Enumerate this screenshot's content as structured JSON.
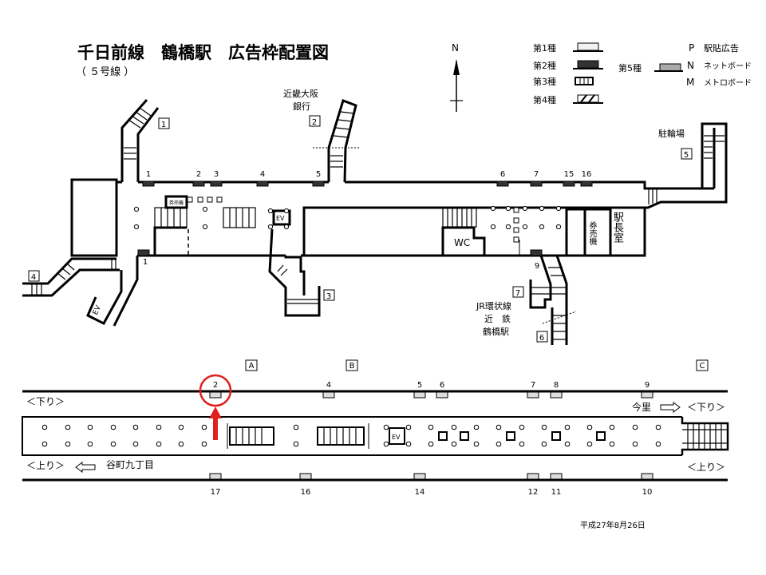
{
  "header": {
    "title": "千日前線　鶴橋駅　広告枠配置図",
    "subtitle": "（ ５号線 ）"
  },
  "compass": {
    "label": "N"
  },
  "legend": {
    "types": [
      {
        "label": "第1種",
        "fill": "#f2f2f2",
        "style": "plain"
      },
      {
        "label": "第2種",
        "fill": "#333333",
        "style": "plain"
      },
      {
        "label": "第3種",
        "fill": "#ffffff",
        "style": "striped"
      },
      {
        "label": "第4種",
        "fill": "#ffffff",
        "style": "hatched"
      }
    ],
    "type5": {
      "label": "第5種",
      "fill": "#aaaaaa"
    },
    "codes": [
      {
        "code": "P",
        "label": "駅貼広告"
      },
      {
        "code": "N",
        "label": "ネットボード"
      },
      {
        "code": "M",
        "label": "メトロボード"
      }
    ]
  },
  "concourse": {
    "exits": [
      "1",
      "2",
      "3",
      "4",
      "5",
      "6",
      "7"
    ],
    "boards_top": [
      "1",
      "2",
      "3",
      "4",
      "5",
      "6",
      "7",
      "15",
      "16"
    ],
    "boards_bottom": [
      "1",
      "9"
    ],
    "labels": {
      "bank_line1": "近畿大阪",
      "bank_line2": "銀行",
      "bicycle": "駐輪場",
      "jr_line1": "JR環状線",
      "jr_line2": "近　鉄",
      "jr_line3": "鶴橋駅",
      "wc": "WC",
      "ticket_small": "券売機",
      "ticket": "券売機",
      "station_office": "駅長室",
      "ev": "EV"
    }
  },
  "platform": {
    "sections": [
      "A",
      "B",
      "C"
    ],
    "top_boards": [
      "2",
      "4",
      "5",
      "6",
      "7",
      "8",
      "9"
    ],
    "bottom_boards": [
      "17",
      "16",
      "14",
      "12",
      "11",
      "10"
    ],
    "down_label": "＜下り＞",
    "up_label": "＜上り＞",
    "down_dest": "今里",
    "up_dest": "谷町九丁目",
    "ev": "EV",
    "highlight_board": "2",
    "highlight_color": "#e02020"
  },
  "footer": {
    "date": "平成27年8月26日"
  }
}
